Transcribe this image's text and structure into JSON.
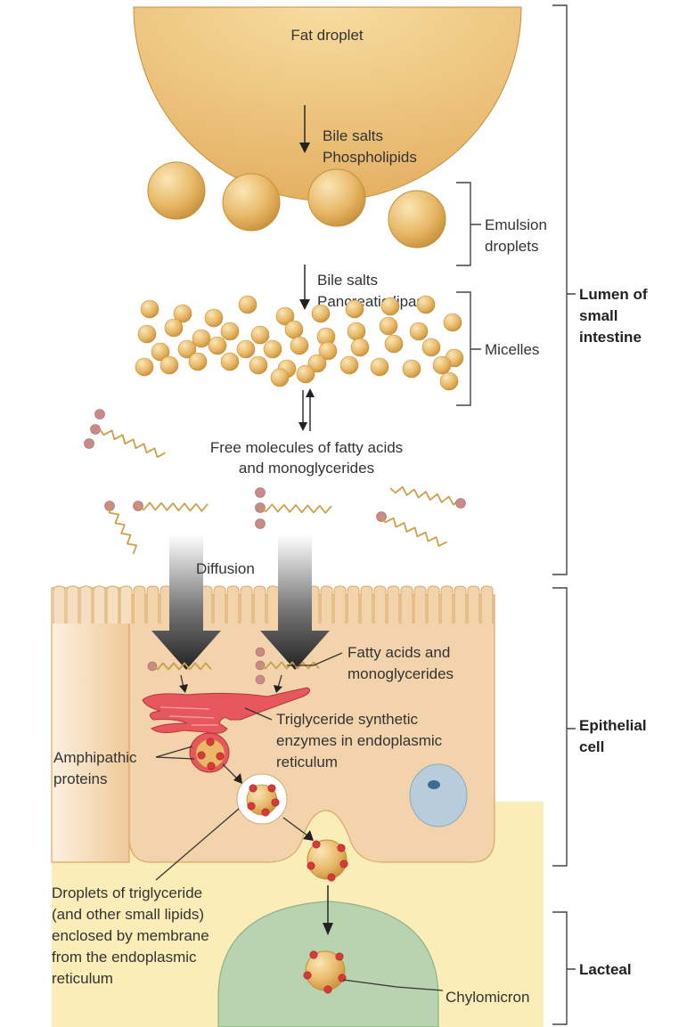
{
  "labels": {
    "fat_droplet": "Fat droplet",
    "bile_salts_1": "Bile salts",
    "phospholipids": "Phospholipids",
    "emulsion_1": "Emulsion",
    "emulsion_2": "droplets",
    "bile_salts_2": "Bile salts",
    "pancreatic_lipase": "Pancreatic lipase",
    "micelles": "Micelles",
    "free_1": "Free molecules of fatty acids",
    "free_2": "and monoglycerides",
    "diffusion": "Diffusion",
    "fa_mono_1": "Fatty acids and",
    "fa_mono_2": "monoglycerides",
    "trig_1": "Triglyceride synthetic",
    "trig_2": "enzymes in endoplasmic",
    "trig_3": "reticulum",
    "amph_1": "Amphipathic",
    "amph_2": "proteins",
    "drop_1": "Droplets of triglyceride",
    "drop_2": "(and other small lipids)",
    "drop_3": "enclosed by membrane",
    "drop_4": "from the endoplasmic",
    "drop_5": "reticulum",
    "chylomicron": "Chylomicron"
  },
  "regions": {
    "lumen_1": "Lumen of",
    "lumen_2": "small",
    "lumen_3": "intestine",
    "epi_1": "Epithelial",
    "epi_2": "cell",
    "lacteal": "Lacteal"
  },
  "colors": {
    "fat": "#e7b766",
    "fat_light": "#f4d79c",
    "fat_outline": "#c48f3a",
    "cell": "#f2d3ab",
    "cell_outline": "#d9a868",
    "interstitial": "#faedb7",
    "lacteal": "#b9d2b0",
    "er": "#e7585e",
    "nucleus": "#b7cddc",
    "glycerol": "#c98a8a",
    "protein": "#d83a3a",
    "chain": "#c9a14a"
  }
}
